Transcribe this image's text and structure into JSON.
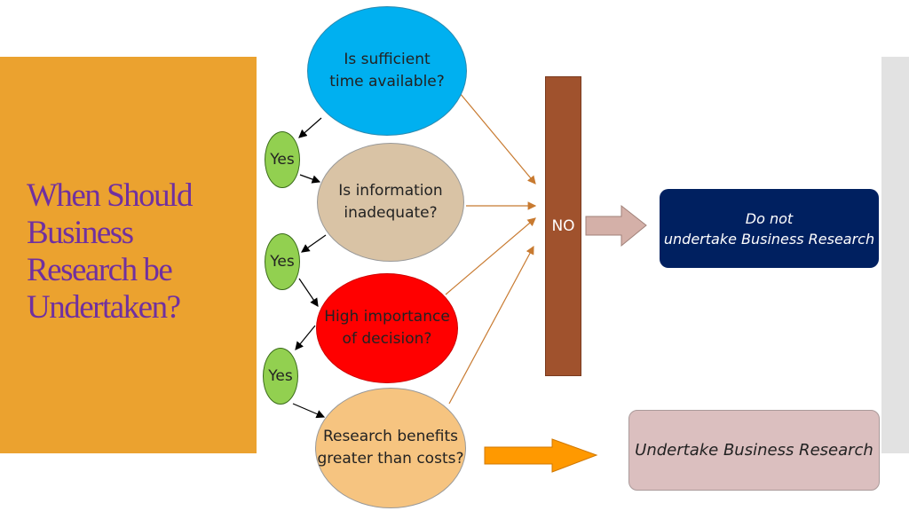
{
  "title": "When Should Business Research be Undertaken?",
  "questions": [
    "Is sufficient time available?",
    "Is information inadequate?",
    "High importance of decision?",
    "Research benefits greater than costs?"
  ],
  "yes_label": "Yes",
  "no_label": "NO",
  "no_outcome": {
    "line1": "Do not",
    "line2": "undertake Business Research"
  },
  "yes_outcome": "Undertake Business Research",
  "colors": {
    "panel": "#eba22f",
    "title": "#7030a0",
    "navy": "#002060",
    "bar": "#a0522d"
  }
}
